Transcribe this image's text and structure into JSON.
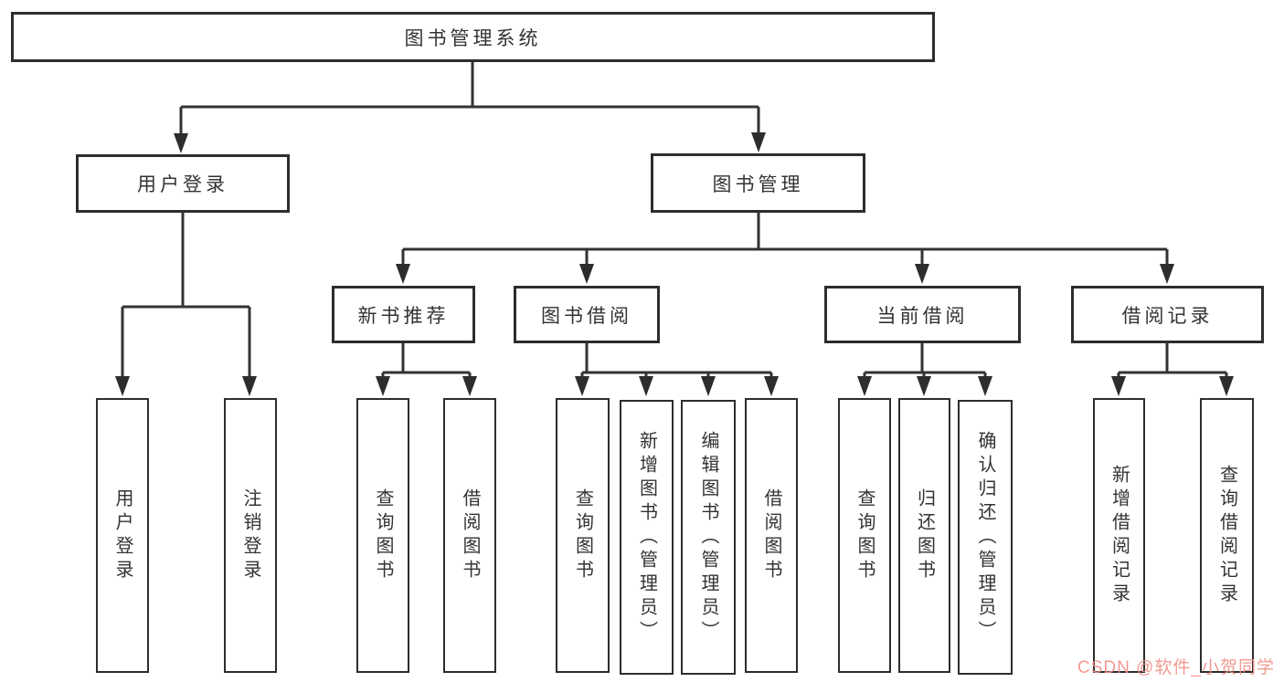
{
  "diagram": {
    "title_note": "functional structure chart",
    "root": {
      "label": "图书管理系统"
    },
    "branches": [
      {
        "label": "用户登录"
      },
      {
        "label": "图书管理"
      },
      {
        "label": "新书推荐"
      },
      {
        "label": "图书借阅"
      },
      {
        "label": "当前借阅"
      },
      {
        "label": "借阅记录"
      }
    ],
    "leaves": [
      {
        "label": "用户登录"
      },
      {
        "label": "注销登录"
      },
      {
        "label": "查询图书"
      },
      {
        "label": "借阅图书"
      },
      {
        "label": "查询图书"
      },
      {
        "label": "新增图书（管理员）"
      },
      {
        "label": "编辑图书（管理员）"
      },
      {
        "label": "借阅图书"
      },
      {
        "label": "查询图书"
      },
      {
        "label": "归还图书"
      },
      {
        "label": "确认归还（管理员）"
      },
      {
        "label": "新增借阅记录"
      },
      {
        "label": "查询借阅记录"
      }
    ]
  },
  "watermark": {
    "text": "CSDN @软件_小贺同学"
  },
  "colors": {
    "background": "#ffffff",
    "line": "#333333",
    "box_border": "#2d2d2d",
    "text": "#333333",
    "watermark": "#f08f86"
  }
}
